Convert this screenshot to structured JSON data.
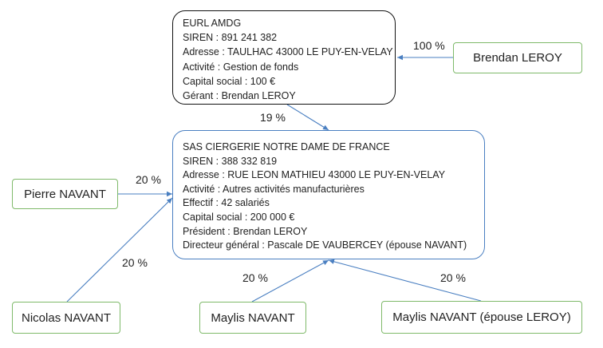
{
  "eurl": {
    "lines": [
      "EURL AMDG",
      "SIREN : 891 241 382",
      "Adresse : TAULHAC 43000 LE PUY-EN-VELAY",
      "Activité : Gestion de fonds",
      "Capital social : 100 €",
      "Gérant : Brendan LEROY"
    ]
  },
  "sas": {
    "lines": [
      "SAS CIERGERIE NOTRE DAME DE FRANCE",
      "SIREN : 388 332 819",
      "Adresse : RUE LEON MATHIEU 43000 LE PUY-EN-VELAY",
      "Activité : Autres activités manufacturières",
      "Effectif :  42 salariés",
      "Capital social : 200 000 €",
      "Président : Brendan LEROY",
      "Directeur général : Pascale DE VAUBERCEY (épouse NAVANT)"
    ]
  },
  "people": {
    "brendan": "Brendan LEROY",
    "pierre": "Pierre NAVANT",
    "nicolas": "Nicolas NAVANT",
    "maylis": "Maylis NAVANT",
    "maylis_leroy": "Maylis NAVANT (épouse LEROY)"
  },
  "shares": {
    "brendan_eurl": "100 %",
    "eurl_sas": "19 %",
    "pierre_sas": "20 %",
    "nicolas_sas": "20 %",
    "maylis_sas": "20 %",
    "maylis_leroy_sas": "20 %"
  },
  "colors": {
    "connector": "#4a7fc1",
    "company_border": "#4a7fc1",
    "holding_border": "#111111",
    "person_border": "#7fba6a"
  }
}
